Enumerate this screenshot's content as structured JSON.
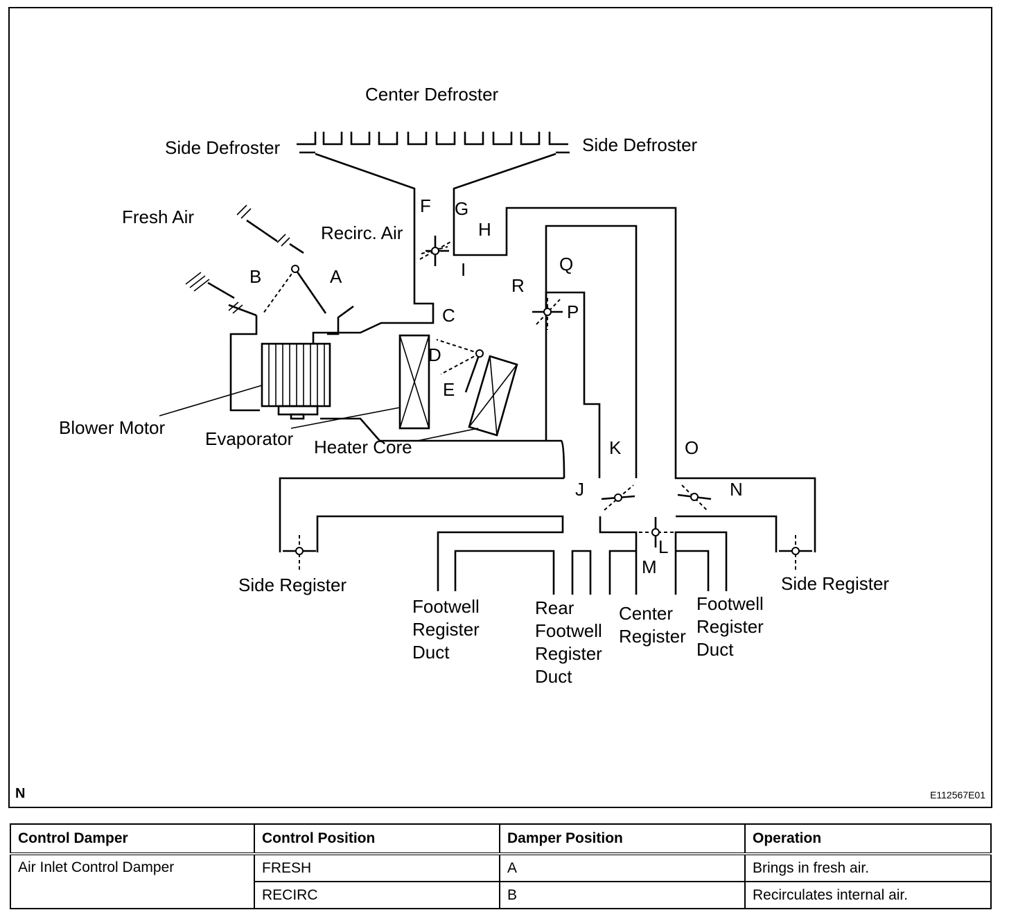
{
  "diagram": {
    "labels": {
      "center_defroster": "Center Defroster",
      "side_defroster_left": "Side Defroster",
      "side_defroster_right": "Side Defroster",
      "fresh_air": "Fresh Air",
      "recirc_air": "Recirc. Air",
      "blower_motor": "Blower Motor",
      "evaporator": "Evaporator",
      "heater_core": "Heater Core",
      "side_register_left": "Side Register",
      "side_register_right": "Side Register",
      "footwell_left_1": "Footwell",
      "footwell_left_2": "Register",
      "footwell_left_3": "Duct",
      "rear_footwell_1": "Rear",
      "rear_footwell_2": "Footwell",
      "rear_footwell_3": "Register",
      "rear_footwell_4": "Duct",
      "center_register_1": "Center",
      "center_register_2": "Register",
      "footwell_right_1": "Footwell",
      "footwell_right_2": "Register",
      "footwell_right_3": "Duct"
    },
    "dampers": {
      "A": "A",
      "B": "B",
      "C": "C",
      "D": "D",
      "E": "E",
      "F": "F",
      "G": "G",
      "H": "H",
      "I": "I",
      "J": "J",
      "K": "K",
      "L": "L",
      "M": "M",
      "N": "N",
      "O": "O",
      "P": "P",
      "Q": "Q",
      "R": "R"
    },
    "corner_mark": "N",
    "figure_id": "E112567E01"
  },
  "table": {
    "headers": [
      "Control Damper",
      "Control Position",
      "Damper Position",
      "Operation"
    ],
    "group_label": "Air Inlet Control Damper",
    "rows": [
      {
        "position": "FRESH",
        "damper": "A",
        "operation": "Brings in fresh air."
      },
      {
        "position": "RECIRC",
        "damper": "B",
        "operation": "Recirculates internal air."
      }
    ]
  }
}
